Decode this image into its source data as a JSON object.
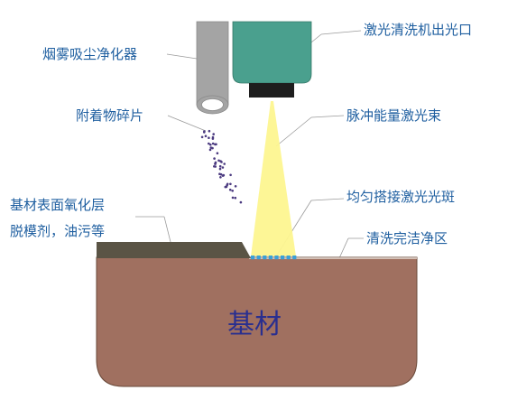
{
  "labels": {
    "fume_purifier": "烟雾吸尘净化器",
    "laser_outlet": "激光清洗机出光口",
    "debris": "附着物碎片",
    "pulse_beam": "脉冲能量激光束",
    "oxide_line1": "基材表面氧化层",
    "oxide_line2": "脱模剂，油污等",
    "laser_spots": "均匀搭接激光光斑",
    "clean_zone": "清洗完洁净区",
    "substrate": "基材"
  },
  "colors": {
    "label_text": "#1f5fa0",
    "substrate_text": "#2a2f8f",
    "substrate": "#a07060",
    "contaminant_layer": "#5a5445",
    "laser_head": "#4aa08e",
    "nozzle": "#1e1e1e",
    "fume_pipe": "#a4a4a4",
    "beam": "#fdf590",
    "spot": "#3aa0d8",
    "debris_dot": "#4b3a80"
  }
}
